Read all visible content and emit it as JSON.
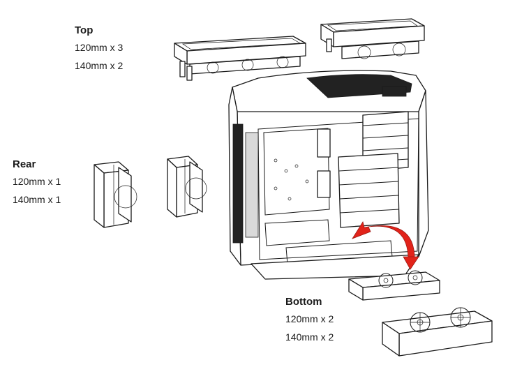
{
  "labels": {
    "top": {
      "title": "Top",
      "line1": "120mm x 3",
      "line2": "140mm x 2"
    },
    "rear": {
      "title": "Rear",
      "line1": "120mm x 1",
      "line2": "140mm x 1"
    },
    "bottom": {
      "title": "Bottom",
      "line1": "120mm x 2",
      "line2": "140mm x 2"
    }
  },
  "colors": {
    "arrow": "#e2231a",
    "line": "#1a1a1a"
  }
}
